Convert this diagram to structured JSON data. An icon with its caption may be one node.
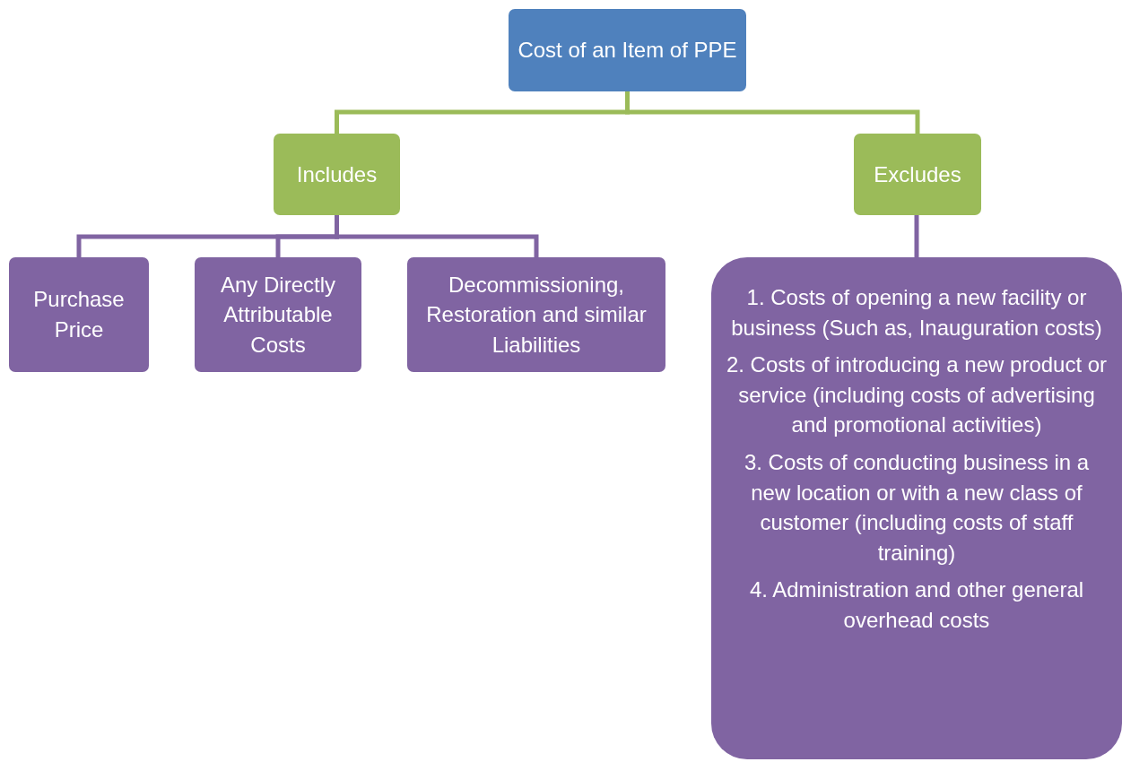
{
  "diagram": {
    "nodes": [
      {
        "text": [
          "Cost of an Item of PPE"
        ]
      },
      {
        "text": [
          "Includes"
        ]
      },
      {
        "text": [
          "Excludes"
        ]
      },
      {
        "text": [
          "Purchase Price"
        ]
      },
      {
        "text": [
          "Any Directly Attributable Costs"
        ]
      },
      {
        "text": [
          "Decommissioning, Restoration and similar Liabilities"
        ]
      },
      {
        "text": [
          "1. Costs of opening a new facility or  business (Such as, Inauguration costs)",
          "2. Costs of introducing a new product or service (including costs of advertising and promotional activities)",
          "3. Costs of conducting business in a new location or with a new class of customer (including costs of staff training)",
          "4. Administration and other general overhead costs"
        ]
      }
    ],
    "edges": [
      {
        "from": 0,
        "to": 1,
        "arrow": "none",
        "color": "#9bbb59"
      },
      {
        "from": 0,
        "to": 2,
        "arrow": "none",
        "color": "#9bbb59"
      },
      {
        "from": 1,
        "to": 3,
        "arrow": "none"
      },
      {
        "from": 1,
        "to": 4,
        "arrow": "none"
      },
      {
        "from": 1,
        "to": 5,
        "arrow": "none"
      },
      {
        "from": 2,
        "to": 6,
        "arrow": "none"
      }
    ]
  }
}
